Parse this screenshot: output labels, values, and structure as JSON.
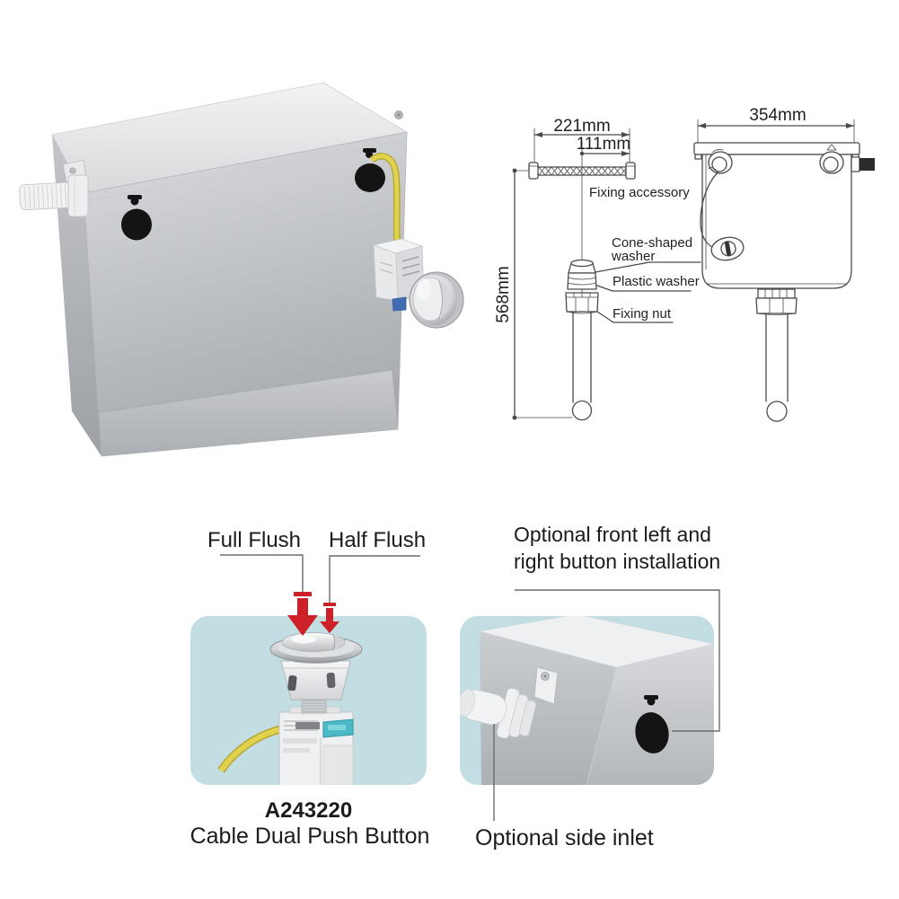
{
  "technical_drawing": {
    "dimensions": {
      "bracket_width": "221mm",
      "bracket_half_width": "111mm",
      "pipe_height": "568mm",
      "cistern_width": "354mm"
    },
    "labels": {
      "fixing_accessory": "Fixing accessory",
      "cone_washer_line1": "Cone-shaped",
      "cone_washer_line2": "washer",
      "plastic_washer": "Plastic washer",
      "fixing_nut": "Fixing nut"
    }
  },
  "button_panel": {
    "full_flush_label": "Full Flush",
    "half_flush_label": "Half Flush",
    "model_code": "A243220",
    "caption": "Cable Dual Push Button"
  },
  "inlet_panel": {
    "note_line1": "Optional front left and",
    "note_line2": "right button installation",
    "caption": "Optional side inlet"
  },
  "colors": {
    "panel_background": "#c2dee2",
    "arrow_red": "#ce2027",
    "cable_yellow": "#e0d24d",
    "drawing_line": "#4a4a4a",
    "cistern_gray": "#c6c8cb"
  }
}
